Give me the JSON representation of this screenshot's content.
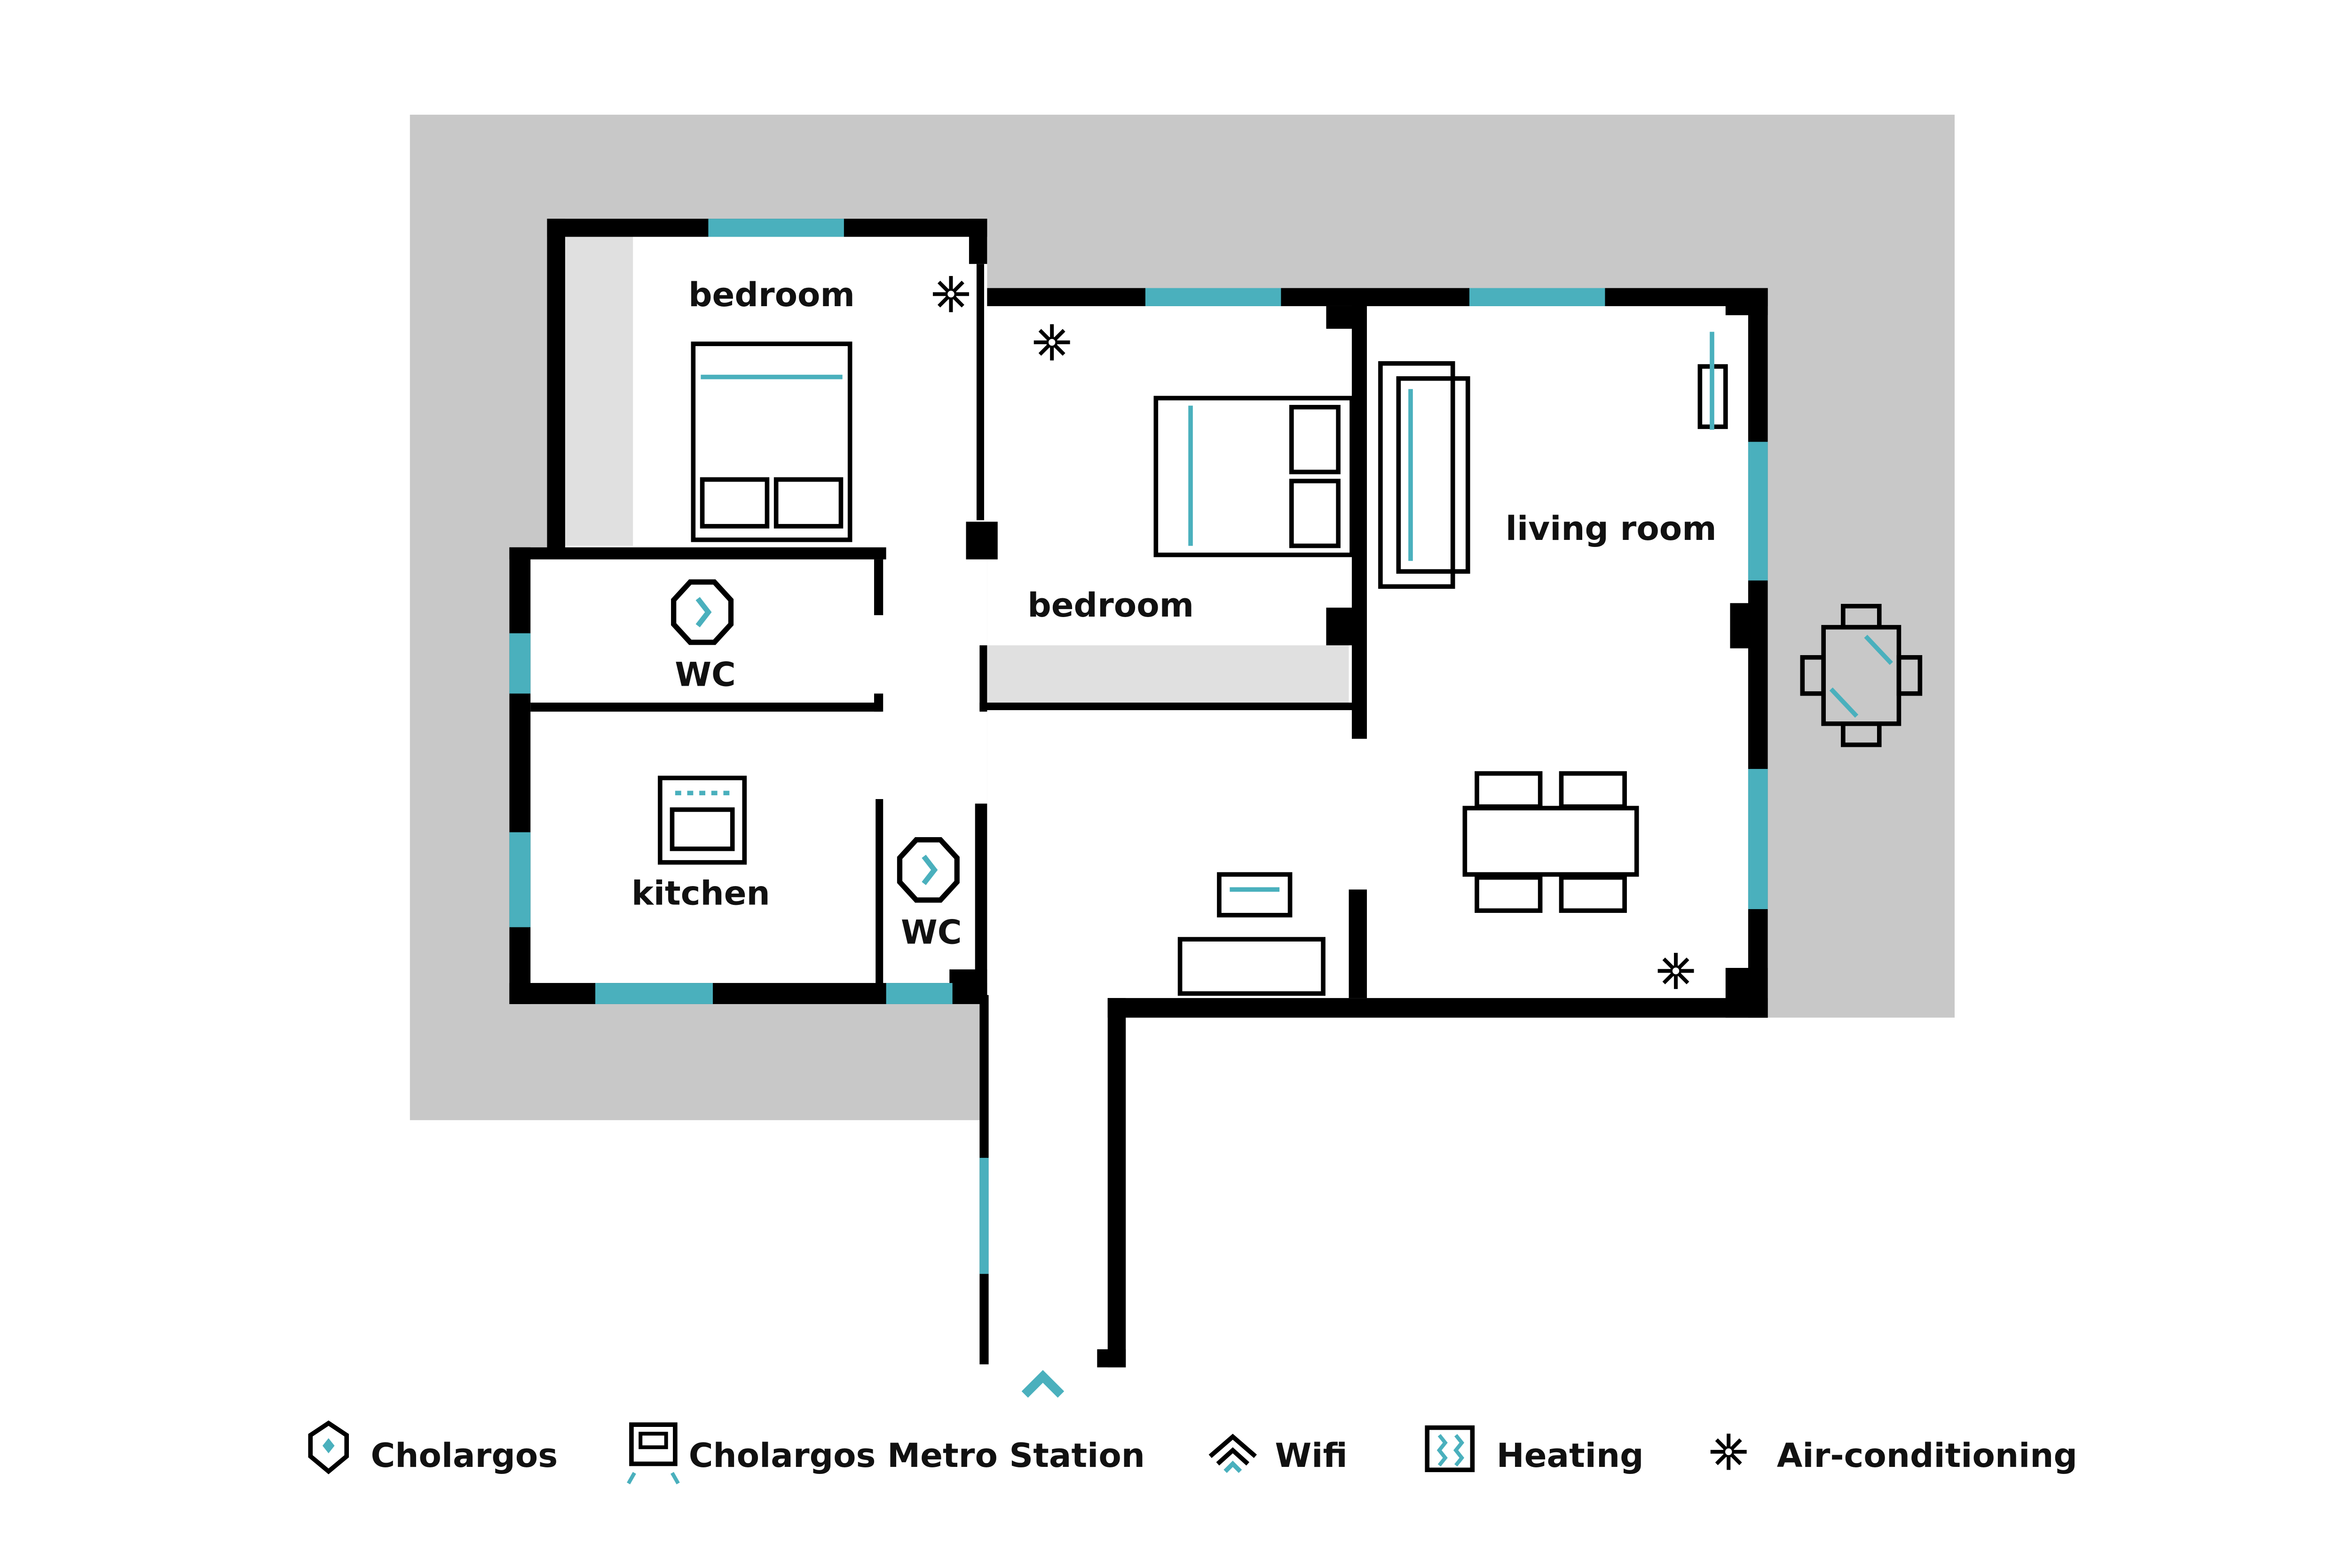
{
  "colors": {
    "accent": "#4ab0bd",
    "wall": "#000000",
    "outdoor": "#c8c8c8",
    "strip": "#e0e0e0"
  },
  "rooms": {
    "bedroom_1": "bedroom",
    "bedroom_2": "bedroom",
    "living_room": "living room",
    "wc_1": "WC",
    "wc_2": "WC",
    "kitchen": "kitchen"
  },
  "legend": [
    {
      "icon": "location-pin-icon",
      "label": "Cholargos"
    },
    {
      "icon": "metro-icon",
      "label": "Cholargos Metro Station"
    },
    {
      "icon": "wifi-icon",
      "label": "Wifi"
    },
    {
      "icon": "heating-icon",
      "label": "Heating"
    },
    {
      "icon": "snowflake-icon",
      "label": "Air-conditioning"
    }
  ]
}
